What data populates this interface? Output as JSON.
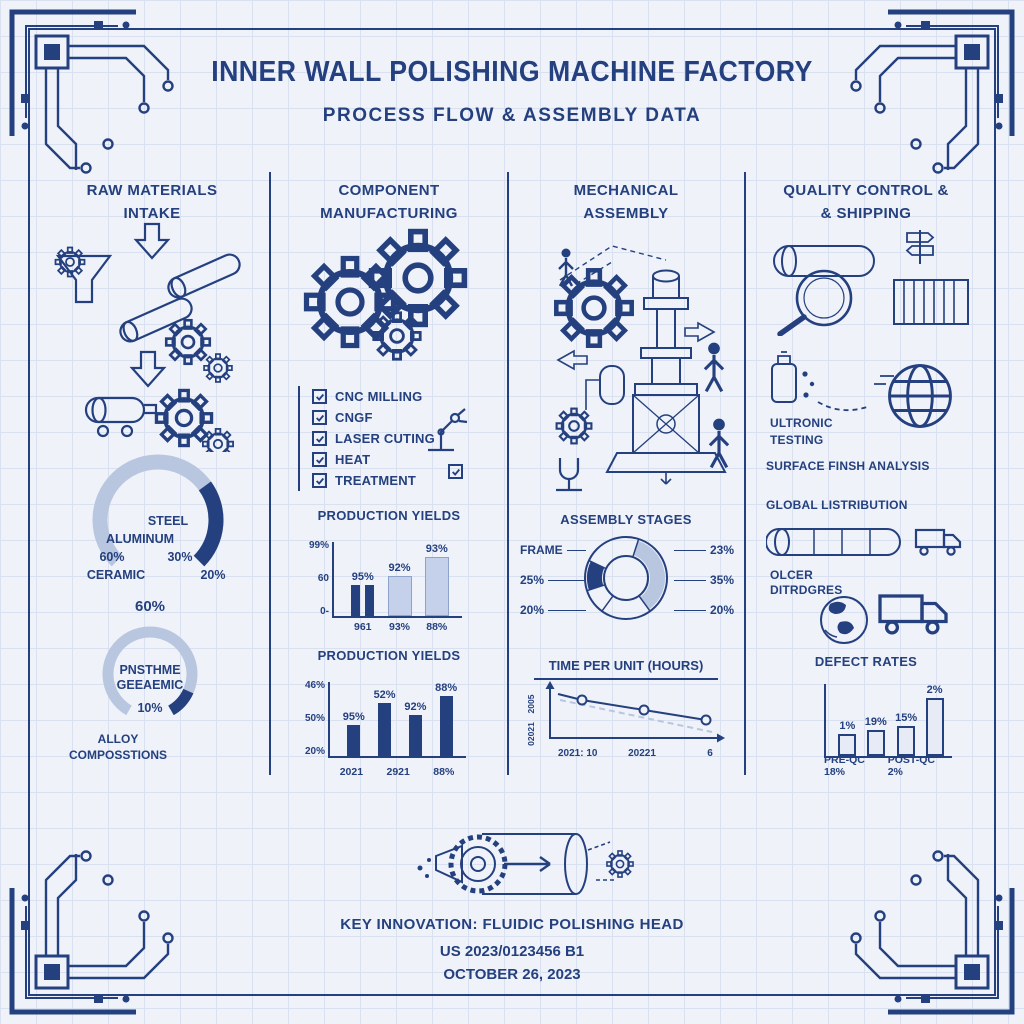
{
  "colors": {
    "ink": "#24407e",
    "track": "#b9c6e0",
    "barlight": "#c5d1ea",
    "bg": "#eff2f9",
    "grid": "#d9e1f0"
  },
  "header": {
    "title": "INNER WALL POLISHING MACHINE FACTORY",
    "subtitle": "PROCESS FLOW & ASSEMBLY DATA"
  },
  "sections": {
    "raw": {
      "title1": "RAW MATERIALS",
      "title2": "INTAKE",
      "caption1": "ALLOY",
      "caption2": "COMPOSSTIONS"
    },
    "manufacturing": {
      "title1": "COMPONENT",
      "title2": "MANUFACTURING",
      "checklist": [
        "CNC MILLING",
        "CNGF",
        "LASER CUTING",
        "HEAT",
        "TREATMENT"
      ]
    },
    "assembly": {
      "title1": "MECHANICAL",
      "title2": "ASSEMBLY"
    },
    "quality": {
      "title1": "QUALITY CONTROL &",
      "title2": "& SHIPPING",
      "lines": [
        "ULTRONIC",
        "TESTING",
        "SURFACE FINSH ANALYSIS",
        "GLOBAL LISTRIBUTION",
        "OLCER",
        "DITRDGRES"
      ]
    }
  },
  "footer": {
    "innovation": "KEY INNOVATION: FLUIDIC POLISHING HEAD",
    "patent": "US 2023/0123456 B1",
    "date": "OCTOBER 26, 2023"
  },
  "chart_data": [
    {
      "id": "material-composition",
      "type": "donut-gauge",
      "slices": [
        {
          "label": "STEEL",
          "pct": "60%",
          "value": 60
        },
        {
          "label": "ALUMINUM",
          "pct": "30%",
          "value": 30
        },
        {
          "label": "CERAMIC",
          "pct": "20%",
          "value": 20
        }
      ],
      "highlight_value": 30,
      "center_label": "60%"
    },
    {
      "id": "alloy-composition",
      "type": "donut-gauge",
      "labels": [
        "PNSTHME",
        "GEEAEMIC"
      ],
      "value_label": "10%",
      "value": 10
    },
    {
      "id": "production-yields-1",
      "type": "bar",
      "title": "PRODUCTION YIELDS",
      "y_ticks": [
        "99%",
        "60",
        "0-"
      ],
      "bars": [
        {
          "label": "95%",
          "height_pct": 42,
          "x_label": "961",
          "style": "dark-pair"
        },
        {
          "label": "92%",
          "height_pct": 54,
          "x_label": "93%",
          "style": "light"
        },
        {
          "label": "93%",
          "height_pct": 80,
          "x_label": "88%",
          "style": "light"
        }
      ]
    },
    {
      "id": "production-yields-2",
      "type": "bar",
      "title": "PRODUCTION YIELDS",
      "y_ticks": [
        "46%",
        "50%",
        "20%"
      ],
      "bars": [
        {
          "label": "95%",
          "height_pct": 42,
          "style": "dark"
        },
        {
          "label": "52%",
          "height_pct": 72,
          "style": "dark"
        },
        {
          "label": "92%",
          "height_pct": 56,
          "style": "dark"
        },
        {
          "label": "88%",
          "height_pct": 95,
          "style": "dark"
        }
      ],
      "x_ticks": [
        "2021",
        "2921",
        "88%"
      ]
    },
    {
      "id": "assembly-stages",
      "type": "donut",
      "title": "ASSEM­BLY STAGES",
      "labels_left": [
        "FRAME",
        "25%",
        "20%"
      ],
      "labels_right": [
        "23%",
        "35%",
        "20%"
      ],
      "segments": [
        {
          "value": 12,
          "style": "dark"
        },
        {
          "value": 23,
          "style": "none"
        },
        {
          "value": 35,
          "style": "mid"
        },
        {
          "value": 20,
          "style": "none"
        },
        {
          "value": 10,
          "style": "none"
        }
      ]
    },
    {
      "id": "time-per-unit",
      "type": "line",
      "title": "TIME PER UNIT (HOURS)",
      "y_labels": [
        "2005",
        "02021"
      ],
      "x_labels": [
        "2021: 10",
        "20221",
        "6"
      ],
      "points": [
        10,
        8,
        6
      ],
      "trend": "declining-dashed"
    },
    {
      "id": "defect-rates",
      "type": "bar",
      "title": "DEFECT RATES",
      "bars": [
        {
          "label": "1%",
          "height_pct": 30,
          "style": "outline"
        },
        {
          "label": "19%",
          "height_pct": 36,
          "style": "outline"
        },
        {
          "label": "15%",
          "height_pct": 42,
          "style": "outline"
        },
        {
          "label": "2%",
          "height_pct": 95,
          "style": "outline"
        }
      ],
      "x_ticks": [
        "PRE-QC 18%",
        "POST-QC 2%"
      ]
    }
  ]
}
